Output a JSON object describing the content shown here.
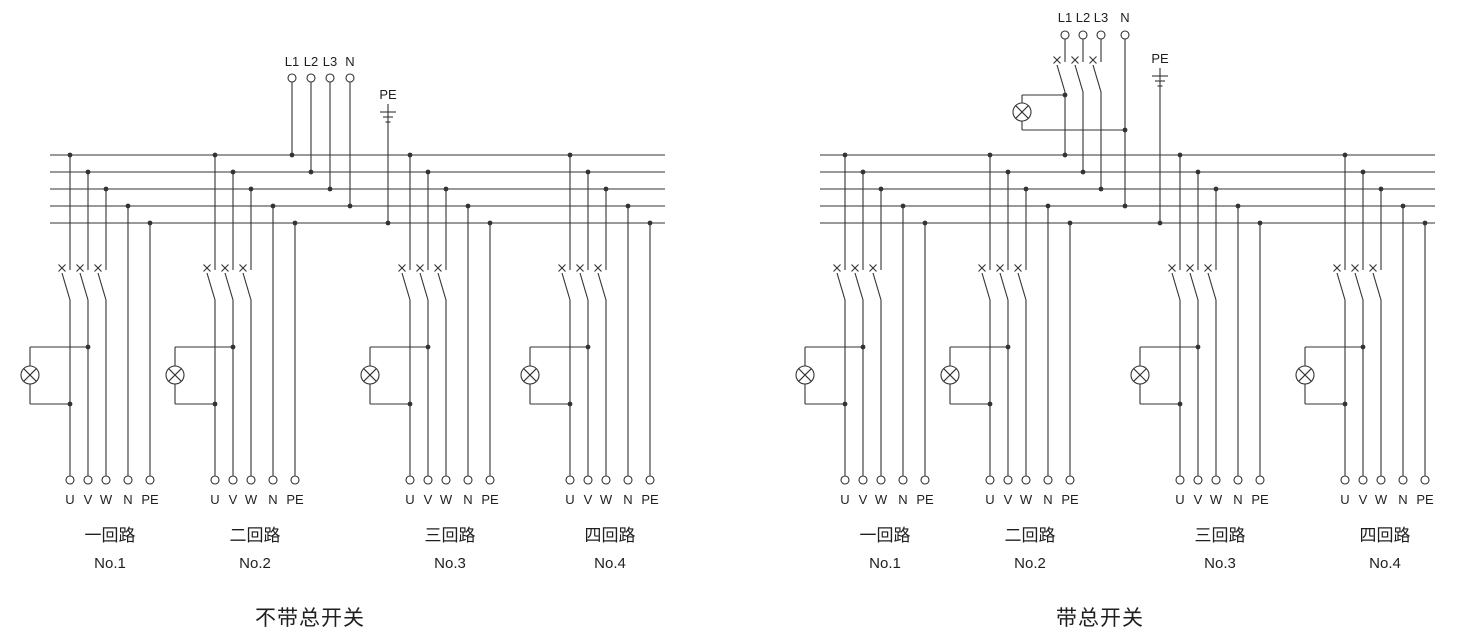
{
  "figure": {
    "background": "#ffffff",
    "line_color": "#333333",
    "text_color": "#1f1f1f"
  },
  "diagrams": [
    {
      "caption": "不带总开关",
      "has_main_switch": false,
      "incoming": {
        "phases": [
          "L1",
          "L2",
          "L3",
          "N"
        ],
        "earth_label": "PE"
      },
      "circuits": [
        {
          "name": "一回路",
          "number": "No.1",
          "terminals": [
            "U",
            "V",
            "W",
            "N",
            "PE"
          ]
        },
        {
          "name": "二回路",
          "number": "No.2",
          "terminals": [
            "U",
            "V",
            "W",
            "N",
            "PE"
          ]
        },
        {
          "name": "三回路",
          "number": "No.3",
          "terminals": [
            "U",
            "V",
            "W",
            "N",
            "PE"
          ]
        },
        {
          "name": "四回路",
          "number": "No.4",
          "terminals": [
            "U",
            "V",
            "W",
            "N",
            "PE"
          ]
        }
      ]
    },
    {
      "caption": "带总开关",
      "has_main_switch": true,
      "incoming": {
        "phases": [
          "L1",
          "L2",
          "L3",
          "N"
        ],
        "earth_label": "PE"
      },
      "circuits": [
        {
          "name": "一回路",
          "number": "No.1",
          "terminals": [
            "U",
            "V",
            "W",
            "N",
            "PE"
          ]
        },
        {
          "name": "二回路",
          "number": "No.2",
          "terminals": [
            "U",
            "V",
            "W",
            "N",
            "PE"
          ]
        },
        {
          "name": "三回路",
          "number": "No.3",
          "terminals": [
            "U",
            "V",
            "W",
            "N",
            "PE"
          ]
        },
        {
          "name": "四回路",
          "number": "No.4",
          "terminals": [
            "U",
            "V",
            "W",
            "N",
            "PE"
          ]
        }
      ]
    }
  ]
}
